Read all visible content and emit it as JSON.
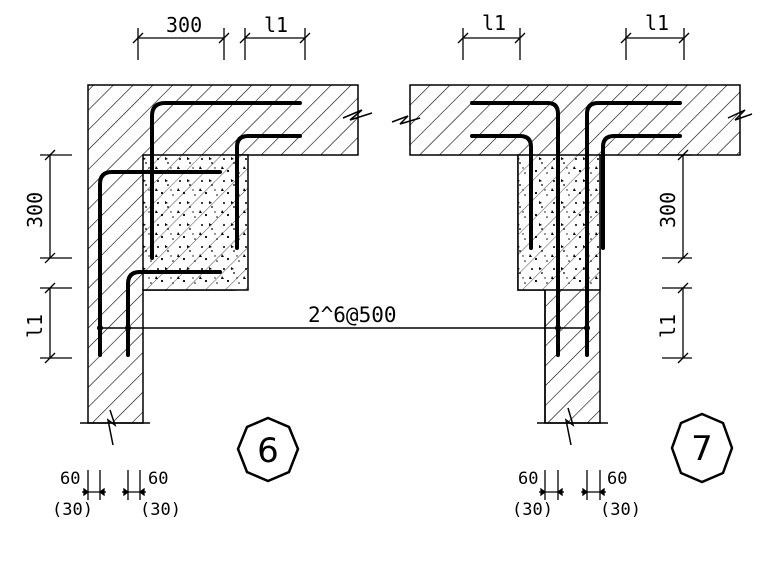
{
  "detail_6": {
    "label": "6",
    "dim_top": "300",
    "dim_top_lap": "l1",
    "dim_side": "300",
    "dim_side_lap": "l1",
    "web_left_top": "60",
    "web_left_bottom": "(30)",
    "web_right_top": "60",
    "web_right_bottom": "(30)"
  },
  "detail_7": {
    "label": "7",
    "dim_top_left_lap": "l1",
    "dim_top_right_lap": "l1",
    "dim_side": "300",
    "dim_side_lap": "l1",
    "web_left_top": "60",
    "web_left_bottom": "(30)",
    "web_right_top": "60",
    "web_right_bottom": "(30)"
  },
  "tie_label": "2^6@500",
  "colors": {
    "line": "#000000",
    "background": "#ffffff"
  }
}
